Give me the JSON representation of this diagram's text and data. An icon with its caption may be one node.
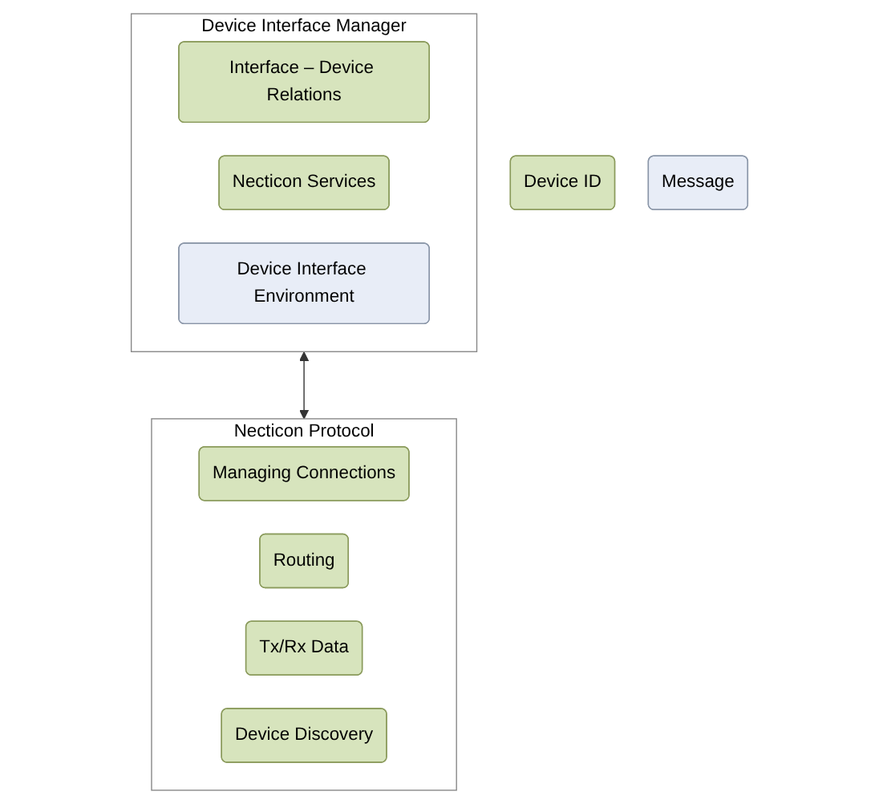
{
  "diagram": {
    "nodes": [
      {
        "text": [
          "Device Interface Manager"
        ]
      },
      {
        "text": [
          "Interface – Device Relations"
        ],
        "in": 0
      },
      {
        "text": [
          "Necticon Services"
        ],
        "in": 0
      },
      {
        "text": [
          "Device Interface Environment"
        ],
        "in": 0
      },
      {
        "text": [
          "Device ID"
        ]
      },
      {
        "text": [
          "Message"
        ]
      },
      {
        "text": [
          "Necticon Protocol"
        ]
      },
      {
        "text": [
          "Managing Connections"
        ],
        "in": 6
      },
      {
        "text": [
          "Routing"
        ],
        "in": 6
      },
      {
        "text": [
          "Tx/Rx Data"
        ],
        "in": 6
      },
      {
        "text": [
          "Device Discovery"
        ],
        "in": 6
      }
    ],
    "edges": [
      {
        "from": 0,
        "to": 6,
        "arrow": "both"
      }
    ]
  }
}
